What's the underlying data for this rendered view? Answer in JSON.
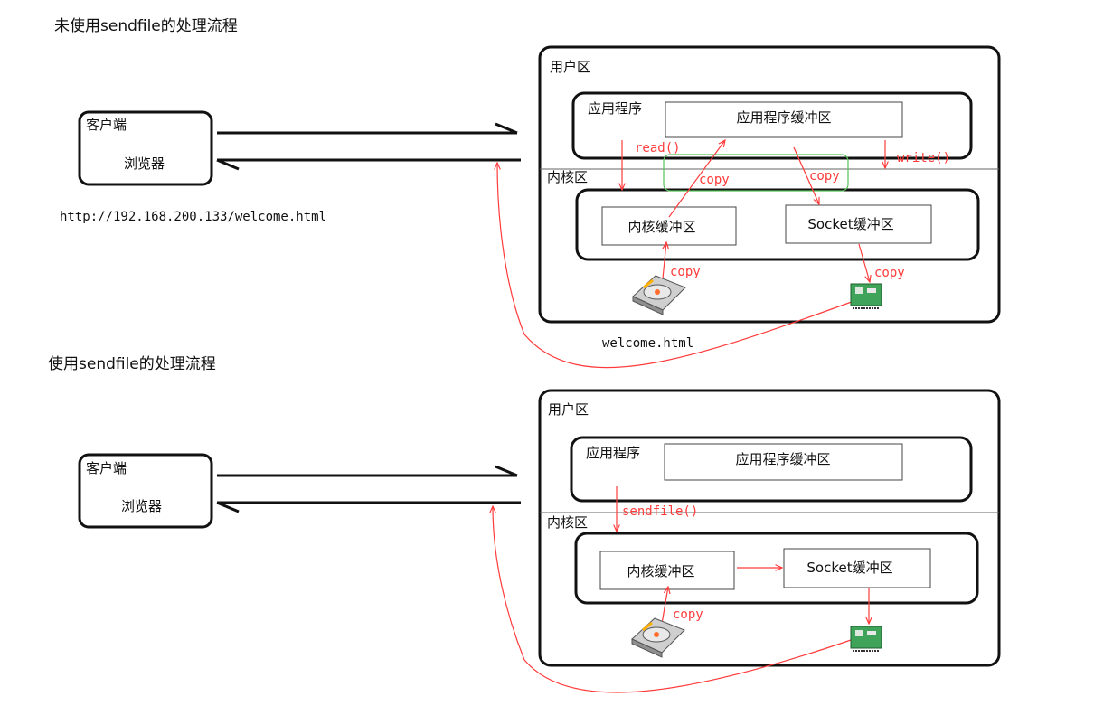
{
  "top": {
    "title": "未使用sendfile的处理流程",
    "client_title": "客户端",
    "browser": "浏览器",
    "url": "http://192.168.200.133/welcome.html",
    "file_name": "welcome.html",
    "user_space": "用户区",
    "app": "应用程序",
    "app_buffer": "应用程序缓冲区",
    "kernel_space": "内核区",
    "kernel_buffer": "内核缓冲区",
    "socket_buffer": "Socket缓冲区",
    "read": "read()",
    "write": "write()",
    "copy_disk": "copy",
    "copy_up": "copy",
    "copy_down": "copy",
    "copy_nic": "copy"
  },
  "bottom": {
    "title": "使用sendfile的处理流程",
    "client_title": "客户端",
    "browser": "浏览器",
    "user_space": "用户区",
    "app": "应用程序",
    "app_buffer": "应用程序缓冲区",
    "kernel_space": "内核区",
    "kernel_buffer": "内核缓冲区",
    "socket_buffer": "Socket缓冲区",
    "sendfile": "sendfile()",
    "copy_disk": "copy"
  },
  "colors": {
    "flow": "#ff3b3b",
    "highlight": "#58c35a",
    "stroke": "#111111"
  },
  "icons": {
    "disk": "hard-disk-icon",
    "nic": "network-card-icon"
  }
}
